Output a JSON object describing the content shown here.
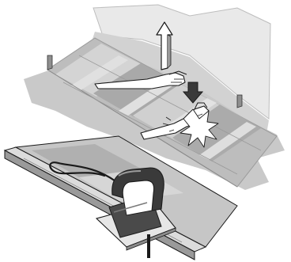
{
  "illustration": {
    "panels": [
      {
        "id": "install",
        "depicts": [
          "wall",
          "floor-plank-row",
          "hands",
          "lift-arrow",
          "press-arrow",
          "click-burst"
        ]
      },
      {
        "id": "cut",
        "depicts": [
          "floor-plank",
          "jigsaw",
          "power-cord"
        ]
      }
    ]
  },
  "colors": {
    "background": "#ffffff",
    "outline": "#1a1a1a",
    "wall_light": "#e9e9e9",
    "wall_shadow": "#c4c4c4",
    "floor": "#b9b9b9",
    "plank_light": "#d6d6d6",
    "plank_dark": "#9e9e9e",
    "tool_body": "#555555",
    "tool_dark": "#2a2a2a"
  }
}
